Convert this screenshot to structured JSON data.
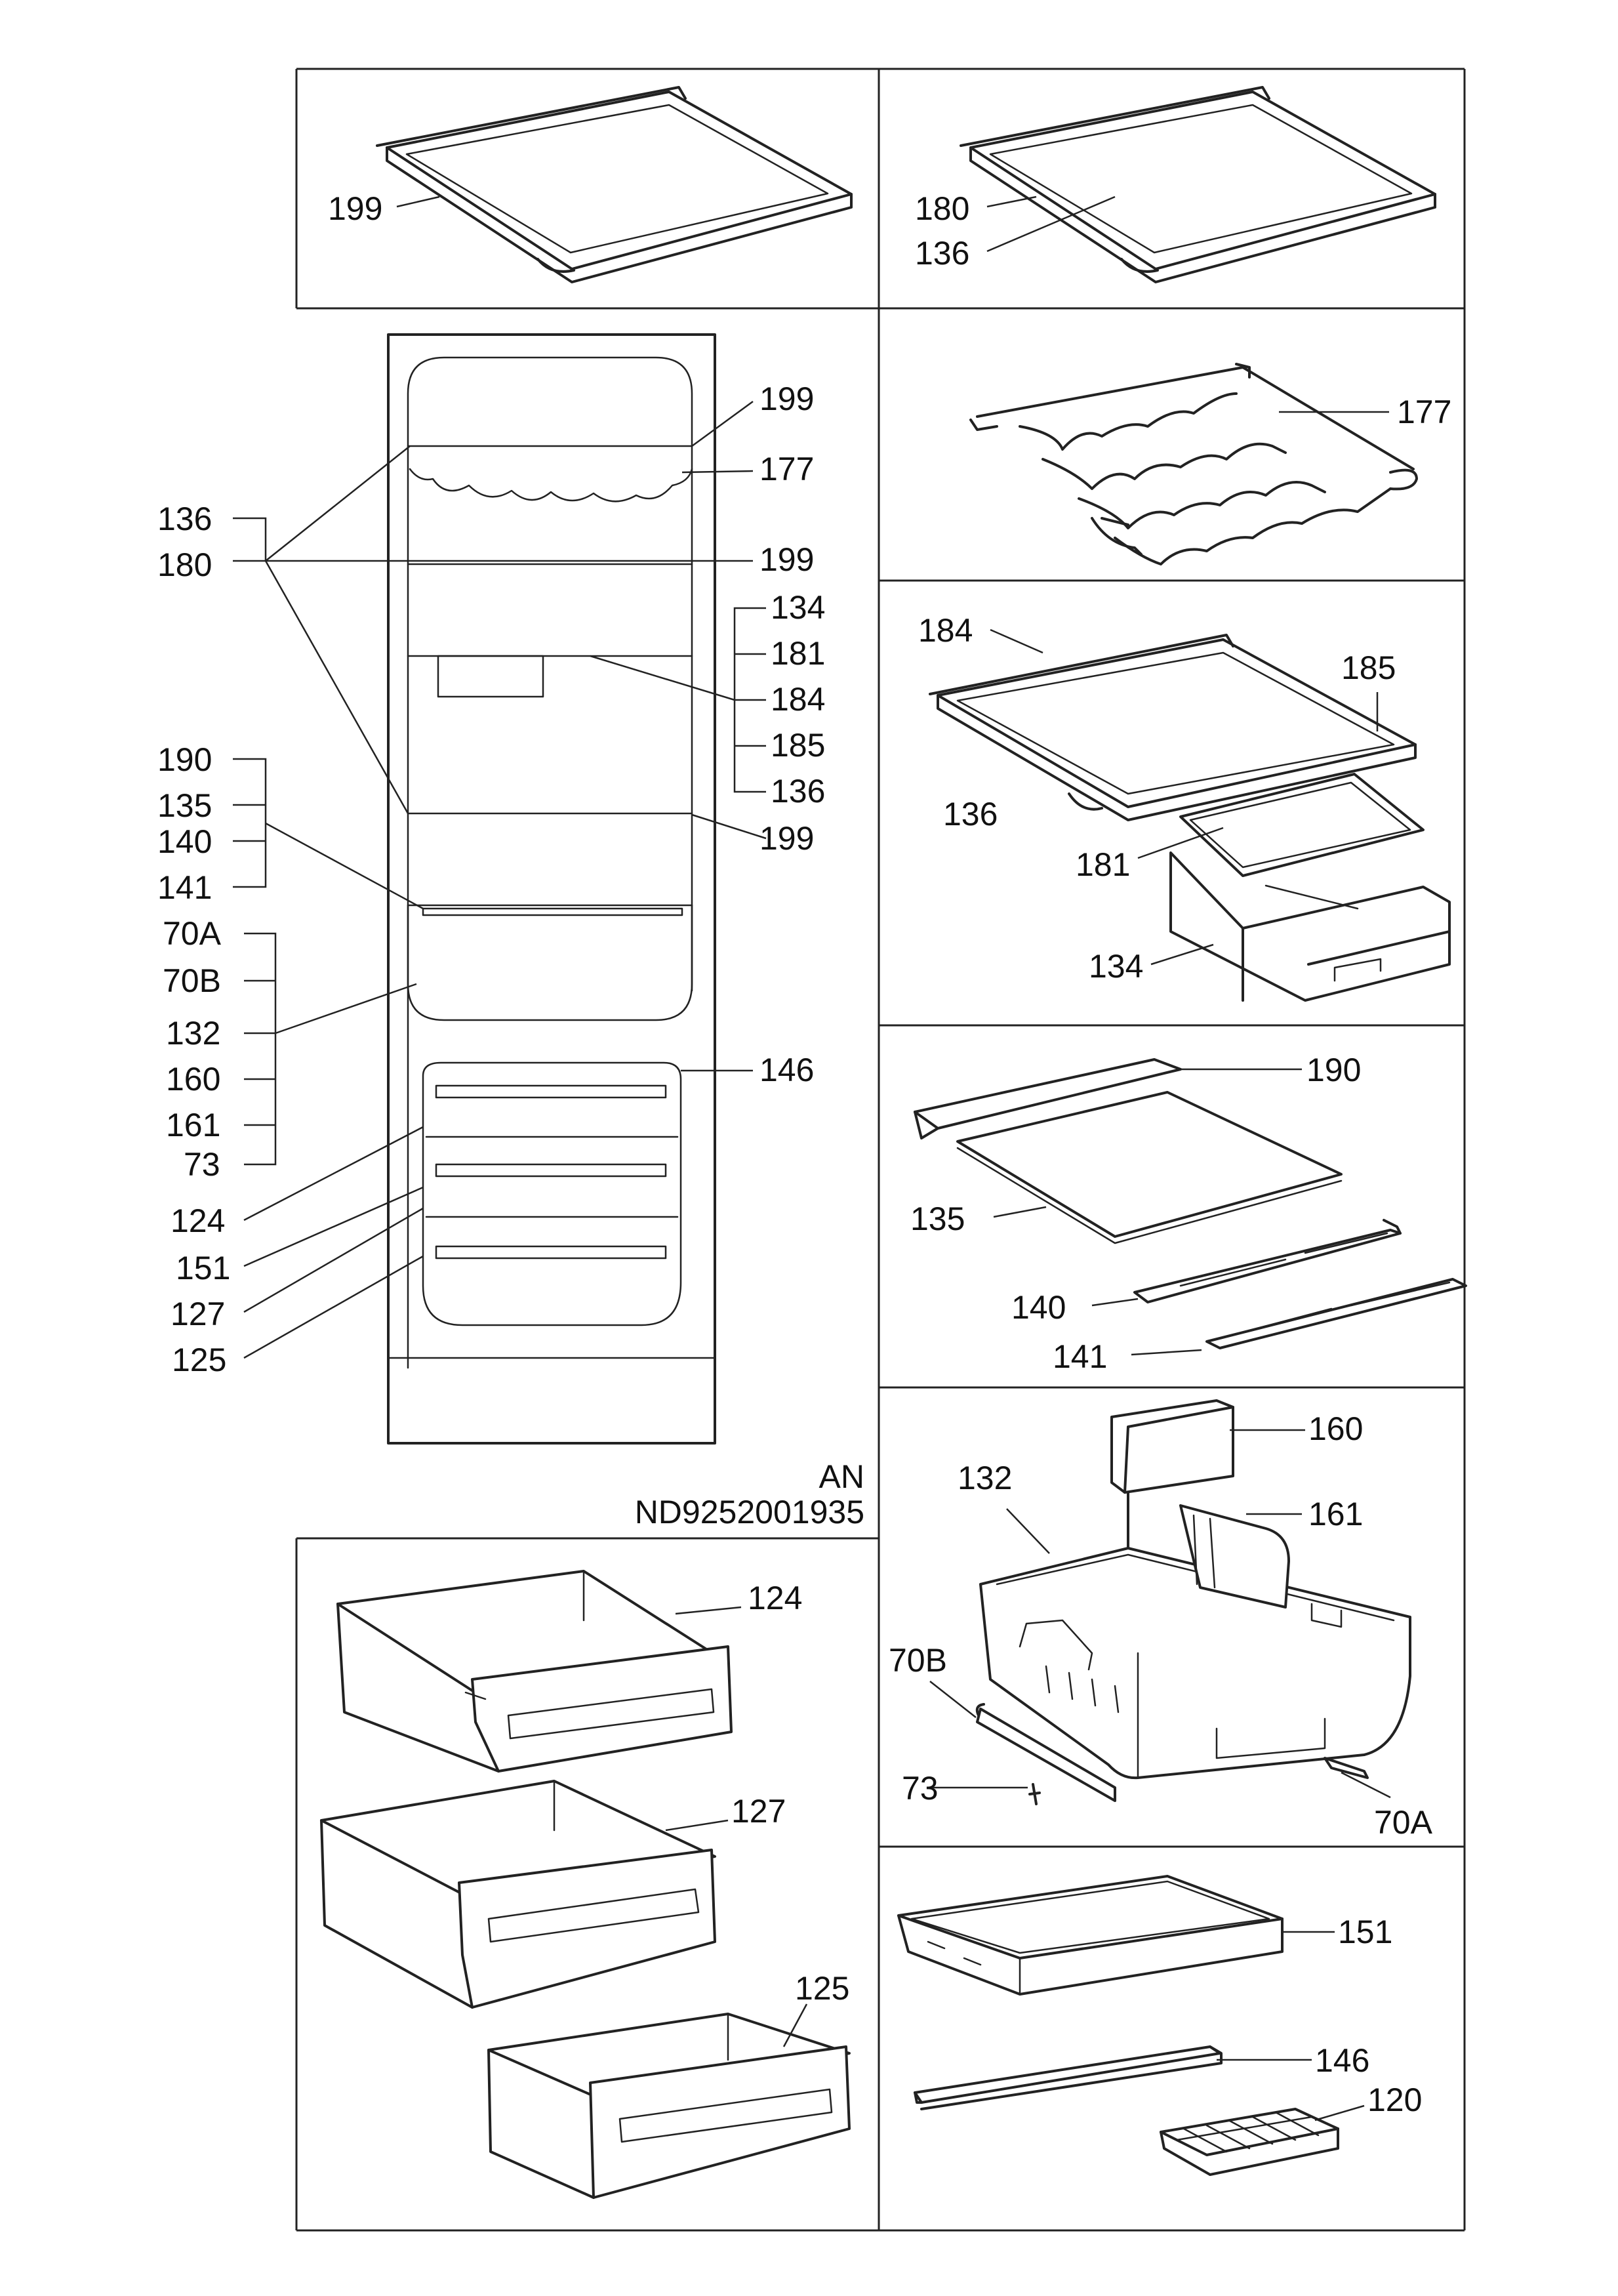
{
  "doc_code": {
    "line1": "AN",
    "line2": "ND9252001935"
  },
  "labels": {
    "glass_shelf_199_top": "199",
    "glass_shelf_180_top": "180",
    "glass_shelf_136_top": "136",
    "overview_199_a": "199",
    "overview_177": "177",
    "overview_136": "136",
    "overview_180": "180",
    "overview_199_b": "199",
    "overview_134": "134",
    "overview_181": "181",
    "overview_184": "184",
    "overview_185": "185",
    "overview_136_b": "136",
    "overview_190": "190",
    "overview_135": "135",
    "overview_140": "140",
    "overview_199_c": "199",
    "overview_141": "141",
    "overview_70a": "70A",
    "overview_70b": "70B",
    "overview_132": "132",
    "overview_146": "146",
    "overview_160": "160",
    "overview_161": "161",
    "overview_73": "73",
    "overview_124": "124",
    "overview_151": "151",
    "overview_127": "127",
    "overview_125": "125",
    "bottle_rack_177": "177",
    "shelf_group_184": "184",
    "shelf_group_185": "185",
    "shelf_group_136": "136",
    "shelf_group_181": "181",
    "shelf_group_134": "134",
    "cover_190": "190",
    "cover_135": "135",
    "cover_140": "140",
    "cover_141": "141",
    "crisper_160": "160",
    "crisper_132": "132",
    "crisper_161": "161",
    "crisper_70b": "70B",
    "crisper_73": "73",
    "crisper_70a": "70A",
    "drawer_124": "124",
    "drawer_127": "127",
    "drawer_125": "125",
    "tray_151": "151",
    "bar_146": "146",
    "ice_tray_120": "120"
  }
}
